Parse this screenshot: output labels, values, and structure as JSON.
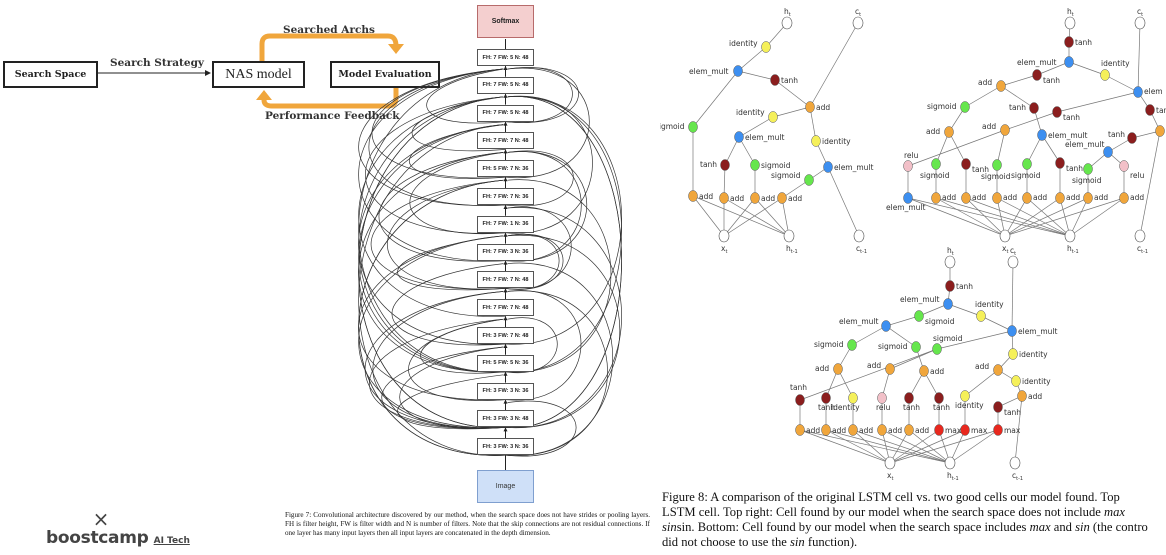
{
  "nas_diagram": {
    "search_space": "Search Space",
    "search_strategy": "Search Strategy",
    "nas_model": "NAS model",
    "model_evaluation": "Model Evaluation",
    "searched_archs": "Searched Archs",
    "performance_feedback": "Performance Feedback",
    "accent_color": "#f0a63c"
  },
  "conv_arch": {
    "top_label": "Softmax",
    "bottom_label": "Image",
    "layers_top_to_bottom": [
      "FH: 7 FW: 5 N: 48",
      "FH: 7 FW: 5 N: 48",
      "FH: 7 FW: 5 N: 48",
      "FH: 7 FW: 7 N: 48",
      "FH: 5 FW: 7 N: 36",
      "FH: 7 FW: 7 N: 36",
      "FH: 7 FW: 1 N: 36",
      "FH: 7 FW: 3 N: 36",
      "FH: 7 FW: 7 N: 48",
      "FH: 7 FW: 7 N: 48",
      "FH: 3 FW: 7 N: 48",
      "FH: 5 FW: 5 N: 36",
      "FH: 3 FW: 3 N: 36",
      "FH: 3 FW: 3 N: 48",
      "FH: 3 FW: 3 N: 36"
    ],
    "caption": "Figure 7: Convolutional architecture discovered by our method, when the search space does not have strides or pooling layers. FH is filter height, FW is filter width and N is number of filters. Note that the skip connections are not residual connections. If one layer has many input layers then all input layers are concatenated in the depth dimension."
  },
  "lstm_figure": {
    "node_colors": {
      "add": "#f0a63c",
      "elem_mult": "#3d8ff0",
      "tanh": "#8b1e1e",
      "sigmoid": "#66e64d",
      "identity": "#f5f05a",
      "relu": "#f2c0c8",
      "max": "#e8281e",
      "io": "#ffffff"
    },
    "io_labels": {
      "h_t": "h",
      "c_t": "c",
      "x_t": "x",
      "h_prev": "h",
      "c_prev": "c",
      "sub_t": "t",
      "sub_prev": "t-1"
    },
    "caption_lines": [
      "Figure 8: A comparison of the original LSTM cell vs.  two good cells our model found.  Top",
      "LSTM cell.  Top right: Cell found by our model when the search space does not include ",
      "sin. Bottom: Cell found by our model when the search space includes ",
      "did not choose to use the "
    ],
    "caption_italics": {
      "max": "max",
      "sin": "sin"
    },
    "caption_tail_1": "",
    "caption_mid_3": " and ",
    "caption_tail_3": " (the contro",
    "caption_tail_4": " function)."
  },
  "logo": {
    "x_mark": "×",
    "brand": "boostcamp",
    "sub": "AI Tech"
  }
}
